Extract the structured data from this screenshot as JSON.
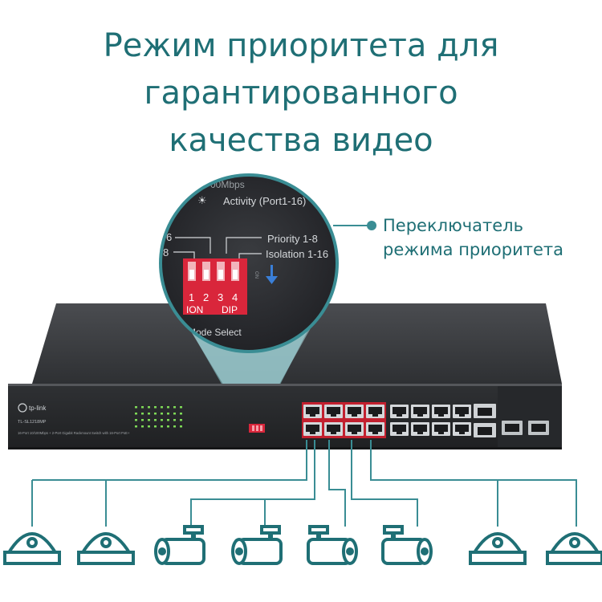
{
  "headline": {
    "line1": "Режим приоритета для",
    "line2": "гарантированного",
    "line3": "качества видео"
  },
  "callout": {
    "line1": "Переключатель",
    "line2": "режима приоритета"
  },
  "zoom": {
    "line_top": "00Mbps",
    "activity_label": "Activity (Port1-16)",
    "priority_label": "Priority 1-8",
    "isolation_label": "Isolation 1-16",
    "left_num_6": "6",
    "left_num_8": "8",
    "switch_numbers": [
      "1",
      "2",
      "3",
      "4"
    ],
    "on_label": "ION",
    "dip_label": "DIP",
    "mode_select": "Mode Select"
  },
  "device": {
    "brand": "tp-link",
    "model": "TL-SL1218MP",
    "description": "16-Port 10/100Mbps + 2-Port Gigabit Rackmount Switch with 16-Port PoE+",
    "port_count_main": 16,
    "sfp_count": 2,
    "highlighted_ports": 8
  },
  "cameras": {
    "count": 8,
    "icon_names": [
      "dome-camera-icon",
      "dome-camera-icon",
      "bullet-camera-icon",
      "bullet-camera-icon",
      "bullet-camera-icon",
      "bullet-camera-icon",
      "dome-camera-icon",
      "dome-camera-icon"
    ]
  },
  "colors": {
    "teal": "#1f6f75",
    "teal_light": "#3a8d94",
    "dip_red": "#d9263b",
    "port_red": "#c2202f",
    "device_dark": "#2b2d30"
  }
}
